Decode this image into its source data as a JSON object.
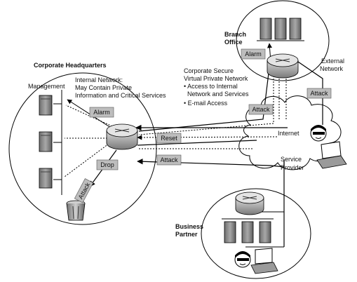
{
  "regions": {
    "hq_title": "Corporate Headquarters",
    "management": "Management",
    "internal_network": [
      "Internal Network:",
      "May Contain Private",
      "Information and Critical Services"
    ],
    "branch_office": [
      "Branch",
      "Office"
    ],
    "vpn_text": [
      "Corporate Secure",
      "Virtual Private Network",
      "• Access to Internal",
      "  Network and Services",
      "• E-mail Access"
    ],
    "external_network": [
      "External",
      "Network"
    ],
    "internet": "Internet",
    "service_provider": [
      "Service",
      "Provider"
    ],
    "business_partner": [
      "Business",
      "Partner"
    ]
  },
  "tags": {
    "alarm_hq": "Alarm",
    "alarm_branch": "Alarm",
    "reset": "Reset",
    "attack_internet": "Attack",
    "attack_external": "Attack",
    "attack_provider": "Attack",
    "drop": "Drop",
    "attack_trash": "Attack"
  },
  "icons": [
    "router-icon",
    "server-icon",
    "laptop-icon",
    "hacker-icon",
    "trash-can-icon",
    "cloud-icon"
  ],
  "colors": {
    "tag_fill": "#bdbdbd",
    "line": "#000000",
    "device_fill": "#8a8a8a"
  }
}
